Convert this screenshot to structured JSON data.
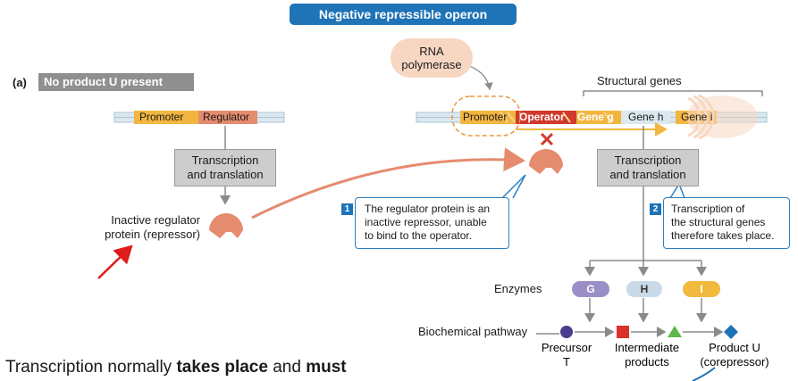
{
  "title": "Negative repressible operon",
  "panel": {
    "tag": "(a)",
    "label": "No product U present"
  },
  "regulator_gene": {
    "promoter": "Promoter",
    "regulator": "Regulator"
  },
  "operon_genes": {
    "promoter": "Promoter",
    "operator": "Operator",
    "gene_g": "Gene g",
    "gene_h": "Gene h",
    "gene_i": "Gene i",
    "structural_label": "Structural genes"
  },
  "rna_polymerase": {
    "line1": "RNA",
    "line2": "polymerase"
  },
  "left_box": {
    "line1": "Transcription",
    "line2": "and translation"
  },
  "right_box": {
    "line1": "Transcription",
    "line2": "and translation"
  },
  "inactive_regulator": {
    "line1": "Inactive regulator",
    "line2": "protein (repressor)"
  },
  "step1": {
    "num": "1",
    "line1": "The regulator protein is an",
    "line2": "inactive repressor, unable",
    "line3": "to bind to the operator."
  },
  "step2": {
    "num": "2",
    "line1": "Transcription of",
    "line2": "the structural genes",
    "line3": "therefore takes place."
  },
  "enzymes": {
    "label": "Enzymes",
    "items": [
      {
        "label": "G",
        "color": "#9b8fc7"
      },
      {
        "label": "H",
        "color": "#c9d9e8"
      },
      {
        "label": "I",
        "color": "#f1b93e"
      }
    ]
  },
  "pathway": {
    "label": "Biochemical pathway",
    "precursor": {
      "line1": "Precursor",
      "line2": "T",
      "color": "#4a3d8f"
    },
    "intermediate": {
      "line1": "Intermediate",
      "line2": "products",
      "color": "#d8322a",
      "color2": "#5cb84a"
    },
    "product": {
      "line1": "Product U",
      "line2": "(corepressor)",
      "color": "#1f73b7"
    }
  },
  "caption": {
    "plain1": "Transcription normally ",
    "bold1": "takes place",
    "plain2": " and ",
    "bold2": "must"
  },
  "colors": {
    "promoter": "#f2b640",
    "regulator": "#e58b6e",
    "operator": "#d0392b",
    "repressor": "#e58b6e",
    "accent_blue": "#1f73b7",
    "dna_strand": "#a9c3d6"
  }
}
